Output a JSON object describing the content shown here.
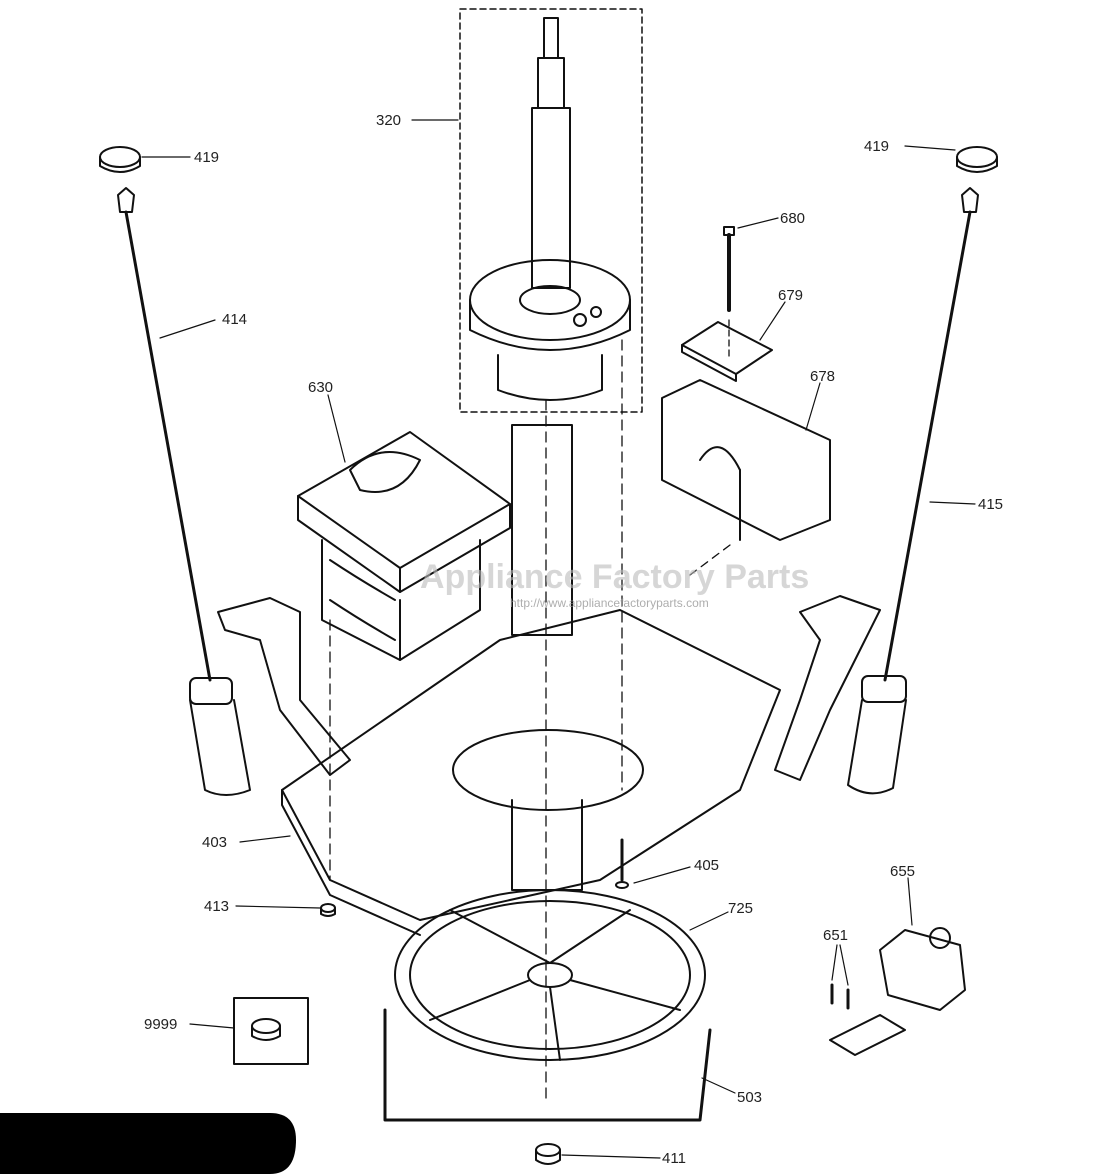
{
  "watermark": {
    "title": "Appliance Factory Parts",
    "url": "http://www.appliancefactoryparts.com"
  },
  "callouts": {
    "c320": "320",
    "c419_left": "419",
    "c419_right": "419",
    "c414": "414",
    "c415": "415",
    "c630": "630",
    "c680": "680",
    "c679": "679",
    "c678": "678",
    "c403": "403",
    "c405": "405",
    "c413": "413",
    "c725": "725",
    "c655": "655",
    "c651": "651",
    "c9999": "9999",
    "c503": "503",
    "c411": "411"
  }
}
